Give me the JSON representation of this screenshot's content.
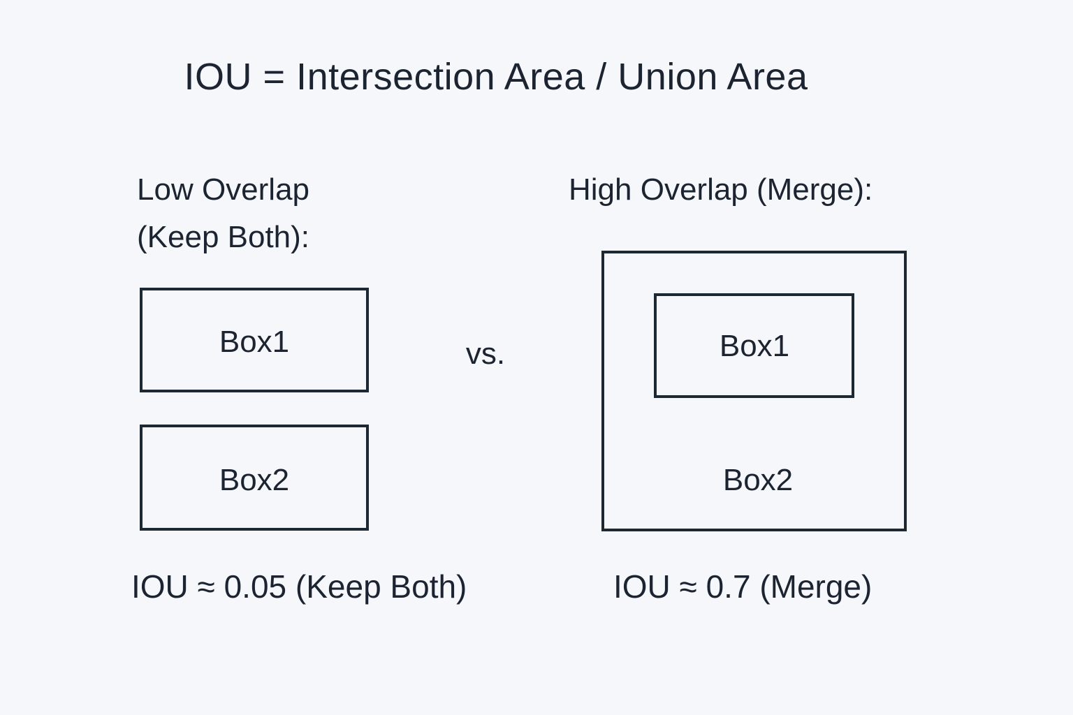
{
  "title": "IOU = Intersection Area / Union Area",
  "divider": {
    "label": "vs."
  },
  "columns": {
    "left": {
      "header_line1": "Low Overlap",
      "header_line2": "(Keep Both):",
      "boxes": [
        {
          "label": "Box1"
        },
        {
          "label": "Box2"
        }
      ],
      "caption": "IOU ≈ 0.05 (Keep Both)"
    },
    "right": {
      "header_line1": "High Overlap (Merge):",
      "header_line2": "",
      "boxes": [
        {
          "label": "Box2"
        },
        {
          "label": "Box1"
        }
      ],
      "caption": "IOU ≈ 0.7 (Merge)"
    }
  },
  "colors": {
    "background": "#f6f7fb",
    "ink": "#1b2430",
    "stroke": "#1e2833"
  }
}
